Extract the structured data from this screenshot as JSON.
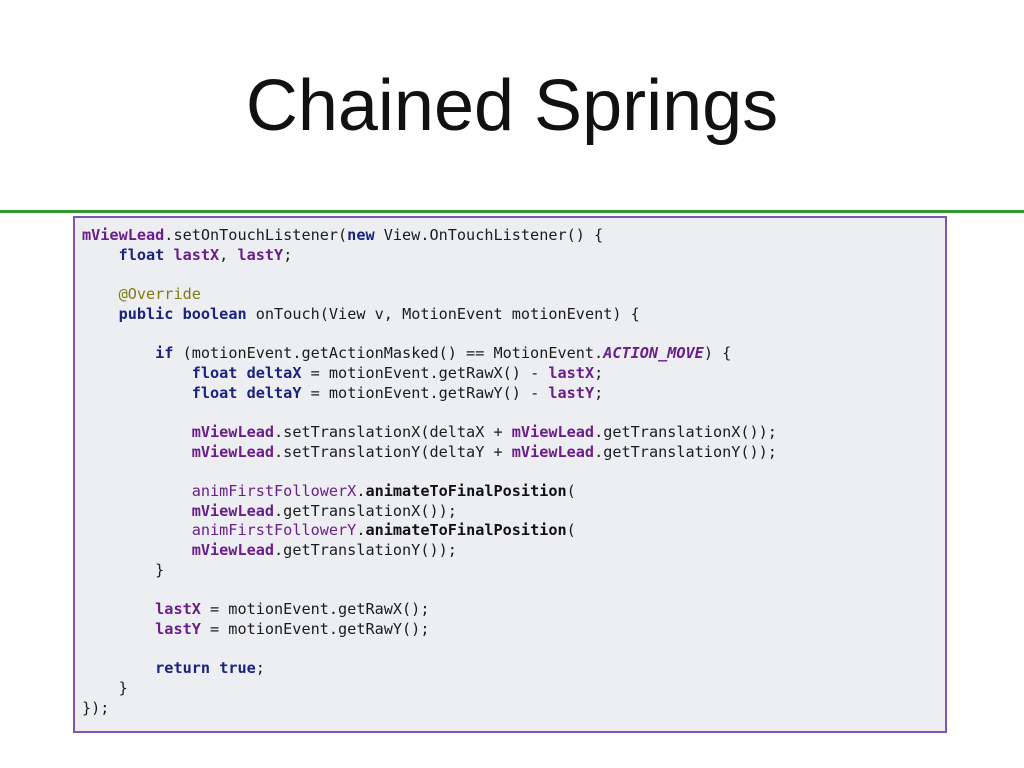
{
  "slide": {
    "title": "Chained Springs"
  },
  "colors": {
    "rule": "#2e9b30",
    "code_border": "#7f55b3",
    "code_background": "#eceef1",
    "field": "#6a1e8a",
    "keyword": "#1a237e",
    "annotation": "#7d7d12"
  },
  "code": {
    "language": "java",
    "lines": [
      [
        {
          "t": "mViewLead",
          "k": "field"
        },
        {
          "t": ".setOnTouchListener(",
          "k": "plain"
        },
        {
          "t": "new",
          "k": "kw"
        },
        {
          "t": " View.OnTouchListener() {",
          "k": "plain"
        }
      ],
      [
        {
          "t": "    ",
          "k": "plain"
        },
        {
          "t": "float",
          "k": "kw"
        },
        {
          "t": " ",
          "k": "plain"
        },
        {
          "t": "lastX",
          "k": "field"
        },
        {
          "t": ", ",
          "k": "plain"
        },
        {
          "t": "lastY",
          "k": "field"
        },
        {
          "t": ";",
          "k": "plain"
        }
      ],
      [],
      [
        {
          "t": "    ",
          "k": "plain"
        },
        {
          "t": "@Override",
          "k": "ann"
        }
      ],
      [
        {
          "t": "    ",
          "k": "plain"
        },
        {
          "t": "public",
          "k": "kw"
        },
        {
          "t": " ",
          "k": "plain"
        },
        {
          "t": "boolean",
          "k": "kw"
        },
        {
          "t": " onTouch(View v, MotionEvent motionEvent) {",
          "k": "plain"
        }
      ],
      [],
      [
        {
          "t": "        ",
          "k": "plain"
        },
        {
          "t": "if",
          "k": "kw"
        },
        {
          "t": " (motionEvent.getActionMasked() == MotionEvent.",
          "k": "plain"
        },
        {
          "t": "ACTION_MOVE",
          "k": "const"
        },
        {
          "t": ") {",
          "k": "plain"
        }
      ],
      [
        {
          "t": "            ",
          "k": "plain"
        },
        {
          "t": "float",
          "k": "kw"
        },
        {
          "t": " ",
          "k": "plain"
        },
        {
          "t": "deltaX",
          "k": "local"
        },
        {
          "t": " = motionEvent.getRawX() - ",
          "k": "plain"
        },
        {
          "t": "lastX",
          "k": "field"
        },
        {
          "t": ";",
          "k": "plain"
        }
      ],
      [
        {
          "t": "            ",
          "k": "plain"
        },
        {
          "t": "float",
          "k": "kw"
        },
        {
          "t": " ",
          "k": "plain"
        },
        {
          "t": "deltaY",
          "k": "local"
        },
        {
          "t": " = motionEvent.getRawY() - ",
          "k": "plain"
        },
        {
          "t": "lastY",
          "k": "field"
        },
        {
          "t": ";",
          "k": "plain"
        }
      ],
      [],
      [
        {
          "t": "            ",
          "k": "plain"
        },
        {
          "t": "mViewLead",
          "k": "field"
        },
        {
          "t": ".setTranslationX(deltaX + ",
          "k": "plain"
        },
        {
          "t": "mViewLead",
          "k": "field"
        },
        {
          "t": ".getTranslationX());",
          "k": "plain"
        }
      ],
      [
        {
          "t": "            ",
          "k": "plain"
        },
        {
          "t": "mViewLead",
          "k": "field"
        },
        {
          "t": ".setTranslationY(deltaY + ",
          "k": "plain"
        },
        {
          "t": "mViewLead",
          "k": "field"
        },
        {
          "t": ".getTranslationY());",
          "k": "plain"
        }
      ],
      [],
      [
        {
          "t": "            ",
          "k": "plain"
        },
        {
          "t": "animFirstFollowerX",
          "k": "fieldplain"
        },
        {
          "t": ".",
          "k": "plain"
        },
        {
          "t": "animateToFinalPosition",
          "k": "method"
        },
        {
          "t": "(",
          "k": "plain"
        }
      ],
      [
        {
          "t": "            ",
          "k": "plain"
        },
        {
          "t": "mViewLead",
          "k": "field"
        },
        {
          "t": ".getTranslationX());",
          "k": "plain"
        }
      ],
      [
        {
          "t": "            ",
          "k": "plain"
        },
        {
          "t": "animFirstFollowerY",
          "k": "fieldplain"
        },
        {
          "t": ".",
          "k": "plain"
        },
        {
          "t": "animateToFinalPosition",
          "k": "method"
        },
        {
          "t": "(",
          "k": "plain"
        }
      ],
      [
        {
          "t": "            ",
          "k": "plain"
        },
        {
          "t": "mViewLead",
          "k": "field"
        },
        {
          "t": ".getTranslationY());",
          "k": "plain"
        }
      ],
      [
        {
          "t": "        }",
          "k": "plain"
        }
      ],
      [],
      [
        {
          "t": "        ",
          "k": "plain"
        },
        {
          "t": "lastX",
          "k": "field"
        },
        {
          "t": " = motionEvent.getRawX();",
          "k": "plain"
        }
      ],
      [
        {
          "t": "        ",
          "k": "plain"
        },
        {
          "t": "lastY",
          "k": "field"
        },
        {
          "t": " = motionEvent.getRawY();",
          "k": "plain"
        }
      ],
      [],
      [
        {
          "t": "        ",
          "k": "plain"
        },
        {
          "t": "return",
          "k": "kw"
        },
        {
          "t": " ",
          "k": "plain"
        },
        {
          "t": "true",
          "k": "kw"
        },
        {
          "t": ";",
          "k": "plain"
        }
      ],
      [
        {
          "t": "    }",
          "k": "plain"
        }
      ],
      [
        {
          "t": "});",
          "k": "plain"
        }
      ]
    ]
  }
}
